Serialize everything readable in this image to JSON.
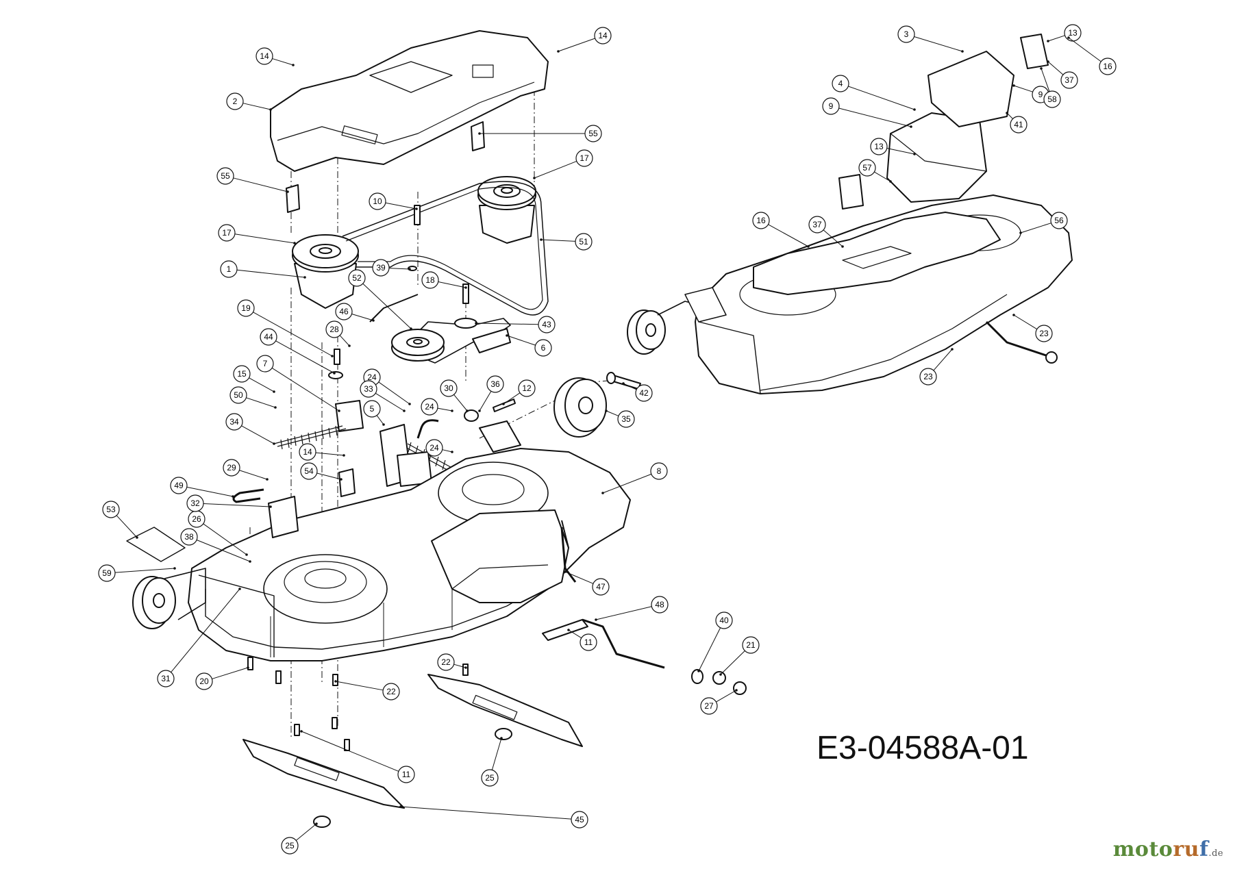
{
  "drawing_number": "E3-04588A-01",
  "watermark": {
    "parts": [
      {
        "text": "moto",
        "color": "#5a8a3a"
      },
      {
        "text": "ru",
        "color": "#b56a2a"
      },
      {
        "text": "f",
        "color": "#3f6ea8"
      }
    ],
    "suffix": ".de"
  },
  "callouts": [
    {
      "id": "c1",
      "label": "1"
    },
    {
      "id": "c2",
      "label": "2"
    },
    {
      "id": "c5",
      "label": "5"
    },
    {
      "id": "c6",
      "label": "6"
    },
    {
      "id": "c7",
      "label": "7"
    },
    {
      "id": "c8",
      "label": "8"
    },
    {
      "id": "c10",
      "label": "10"
    },
    {
      "id": "c11a",
      "label": "11"
    },
    {
      "id": "c11b",
      "label": "11"
    },
    {
      "id": "c12",
      "label": "12"
    },
    {
      "id": "c14a",
      "label": "14"
    },
    {
      "id": "c14b",
      "label": "14"
    },
    {
      "id": "c14c",
      "label": "14"
    },
    {
      "id": "c15",
      "label": "15"
    },
    {
      "id": "c17a",
      "label": "17"
    },
    {
      "id": "c17b",
      "label": "17"
    },
    {
      "id": "c18",
      "label": "18"
    },
    {
      "id": "c19",
      "label": "19"
    },
    {
      "id": "c20",
      "label": "20"
    },
    {
      "id": "c21",
      "label": "21"
    },
    {
      "id": "c22a",
      "label": "22"
    },
    {
      "id": "c22b",
      "label": "22"
    },
    {
      "id": "c24a",
      "label": "24"
    },
    {
      "id": "c24b",
      "label": "24"
    },
    {
      "id": "c24c",
      "label": "24"
    },
    {
      "id": "c25a",
      "label": "25"
    },
    {
      "id": "c25b",
      "label": "25"
    },
    {
      "id": "c26",
      "label": "26"
    },
    {
      "id": "c27",
      "label": "27"
    },
    {
      "id": "c28",
      "label": "28"
    },
    {
      "id": "c29",
      "label": "29"
    },
    {
      "id": "c30",
      "label": "30"
    },
    {
      "id": "c31",
      "label": "31"
    },
    {
      "id": "c32",
      "label": "32"
    },
    {
      "id": "c33",
      "label": "33"
    },
    {
      "id": "c34",
      "label": "34"
    },
    {
      "id": "c35",
      "label": "35"
    },
    {
      "id": "c36",
      "label": "36"
    },
    {
      "id": "c38",
      "label": "38"
    },
    {
      "id": "c39",
      "label": "39"
    },
    {
      "id": "c40",
      "label": "40"
    },
    {
      "id": "c42",
      "label": "42"
    },
    {
      "id": "c43",
      "label": "43"
    },
    {
      "id": "c44",
      "label": "44"
    },
    {
      "id": "c45",
      "label": "45"
    },
    {
      "id": "c46",
      "label": "46"
    },
    {
      "id": "c47",
      "label": "47"
    },
    {
      "id": "c48",
      "label": "48"
    },
    {
      "id": "c49",
      "label": "49"
    },
    {
      "id": "c50",
      "label": "50"
    },
    {
      "id": "c51",
      "label": "51"
    },
    {
      "id": "c52",
      "label": "52"
    },
    {
      "id": "c53",
      "label": "53"
    },
    {
      "id": "c54",
      "label": "54"
    },
    {
      "id": "c55a",
      "label": "55"
    },
    {
      "id": "c55b",
      "label": "55"
    },
    {
      "id": "c59",
      "label": "59"
    },
    {
      "id": "r3",
      "label": "3"
    },
    {
      "id": "r4",
      "label": "4"
    },
    {
      "id": "r9a",
      "label": "9"
    },
    {
      "id": "r9b",
      "label": "9"
    },
    {
      "id": "r13a",
      "label": "13"
    },
    {
      "id": "r13b",
      "label": "13"
    },
    {
      "id": "r16a",
      "label": "16"
    },
    {
      "id": "r16b",
      "label": "16"
    },
    {
      "id": "r23a",
      "label": "23"
    },
    {
      "id": "r23b",
      "label": "23"
    },
    {
      "id": "r37a",
      "label": "37"
    },
    {
      "id": "r37b",
      "label": "37"
    },
    {
      "id": "r41",
      "label": "41"
    },
    {
      "id": "r56",
      "label": "56"
    },
    {
      "id": "r57",
      "label": "57"
    },
    {
      "id": "r58",
      "label": "58"
    }
  ]
}
